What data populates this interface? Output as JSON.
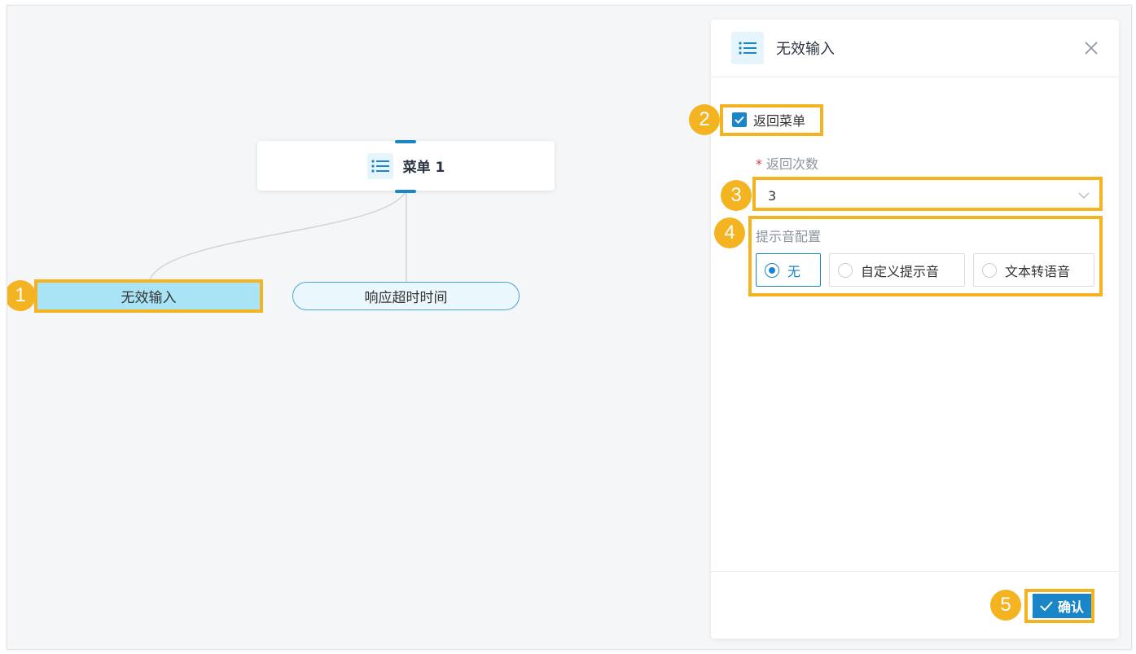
{
  "canvas": {
    "menu_node": {
      "label": "菜单 1",
      "icon": "list-icon"
    },
    "branches": [
      {
        "label": "无效输入",
        "state": "selected"
      },
      {
        "label": "响应超时时间",
        "state": "normal"
      }
    ]
  },
  "callouts": [
    "1",
    "2",
    "3",
    "4",
    "5"
  ],
  "panel": {
    "icon": "list-icon",
    "title": "无效输入",
    "close_icon": "close-icon",
    "return_menu": {
      "label": "返回菜单",
      "checked": true
    },
    "return_count": {
      "label": "返回次数",
      "required": true,
      "value": "3"
    },
    "prompt_config": {
      "label": "提示音配置",
      "options": [
        {
          "label": "无",
          "selected": true
        },
        {
          "label": "自定义提示音",
          "selected": false
        },
        {
          "label": "文本转语音",
          "selected": false
        }
      ]
    },
    "confirm_label": "确认"
  },
  "colors": {
    "accent": "#1a86c8",
    "highlight": "#f4b321",
    "selected_leaf": "#a8e4f6",
    "leaf_bg": "#eaf7fc"
  }
}
